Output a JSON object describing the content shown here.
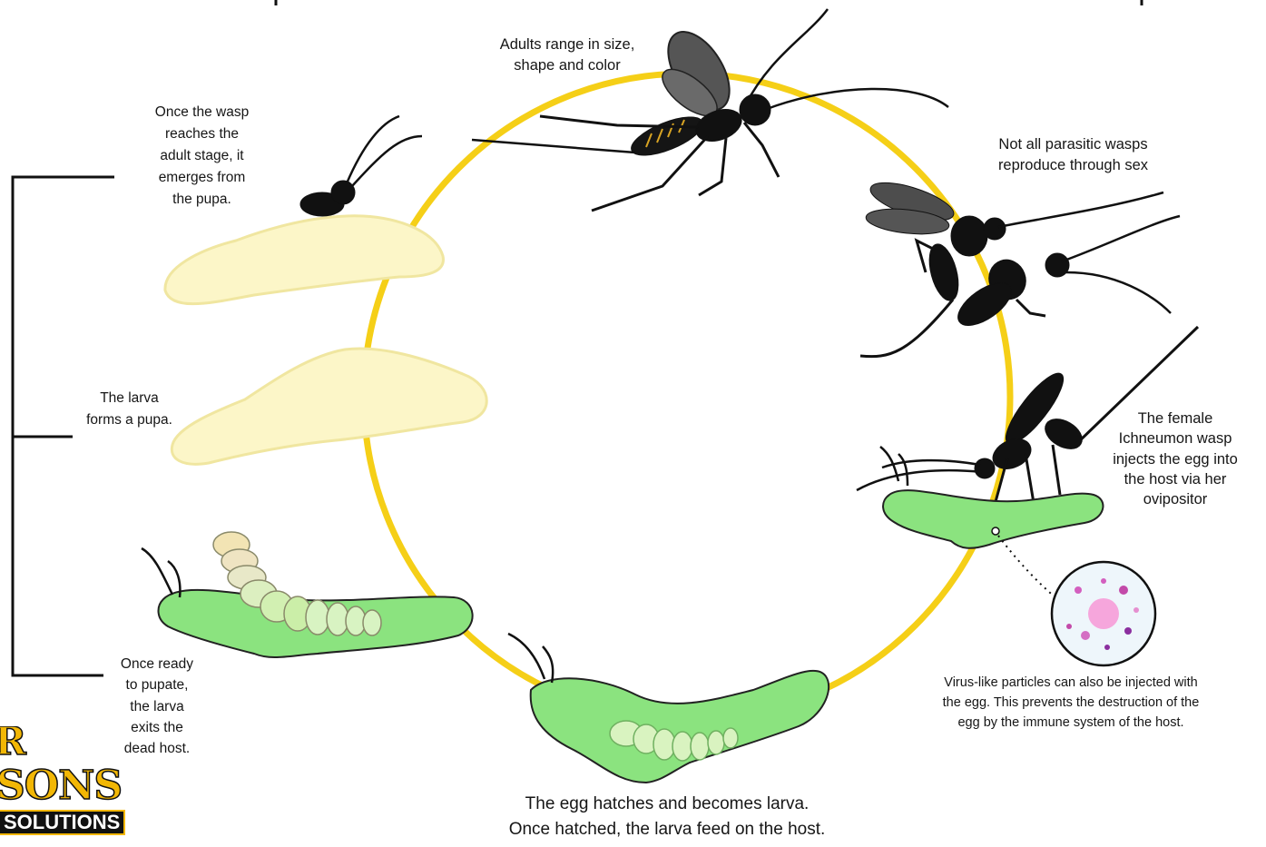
{
  "labels": {
    "adults": [
      "Adults range in size,",
      "shape and color"
    ],
    "not_all": [
      "Not all parasitic wasps",
      "reproduce through sex"
    ],
    "female": [
      "The female",
      "Ichneumon wasp",
      "injects the egg into",
      "the host via her",
      "ovipositor"
    ],
    "virus": [
      "Virus-like particles can also be injected with",
      "the egg. This prevents the destruction of the",
      "egg by the immune system of the host."
    ],
    "hatch": [
      "The egg hatches and becomes larva.",
      "Once hatched, the larva feed on the host."
    ],
    "pupate": [
      "Once ready",
      "to pupate,",
      "the larva",
      "exits the",
      "dead host."
    ],
    "pupa": [
      "The larva",
      "forms a pupa."
    ],
    "emerge": [
      "Once the wasp",
      "reaches the",
      "adult stage, it",
      "emerges from",
      "the pupa."
    ]
  },
  "logo": {
    "line1": "R",
    "line2": "SONS",
    "line3": "SOLUTIONS"
  },
  "colors": {
    "cycle_ring": "#f5cf17",
    "host_green": "#8be37f",
    "pupa_cream": "#fcf6c8",
    "wasp": "#111111"
  },
  "icons": [
    "adult-wasp-icon",
    "mating-wasps-icon",
    "ovipositing-wasp-icon",
    "virus-particle-icon",
    "host-caterpillar-icon",
    "pupa-icon",
    "emerging-wasp-icon"
  ]
}
